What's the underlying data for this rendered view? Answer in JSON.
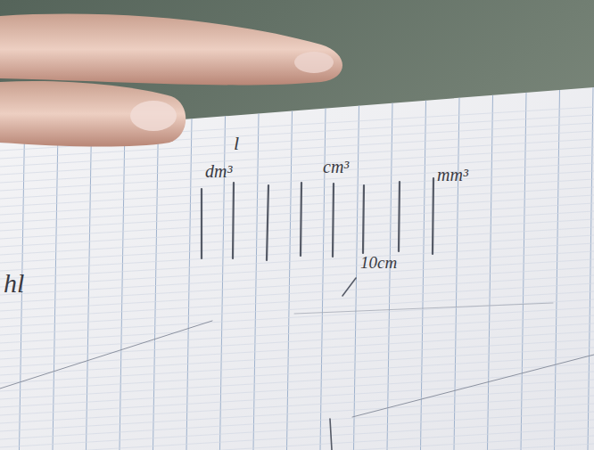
{
  "diagram": {
    "labels": [
      "l",
      "dm³",
      "cm³",
      "mm³",
      "10cm",
      "hl"
    ]
  }
}
